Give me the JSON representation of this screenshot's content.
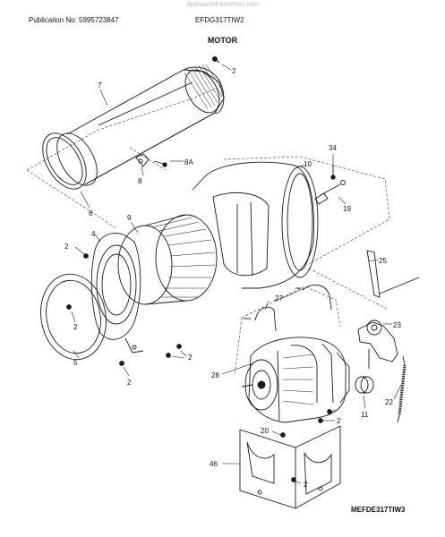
{
  "watermark": "AppliancePartsPros.com",
  "header": {
    "publication": "Publication No: 5995723847",
    "model": "EFDG317TIW2",
    "section_title": "MOTOR"
  },
  "callouts": {
    "c2_top": "2",
    "c7": "7",
    "c8a": "8A",
    "c8": "8",
    "c6": "6",
    "c34": "34",
    "c10": "10",
    "c19": "19",
    "c9": "9",
    "c4": "4",
    "c2_left": "2",
    "c25": "25",
    "c27": "27",
    "c23": "23",
    "c2_gasket": "2",
    "c5": "5",
    "c2_bracket_r": "2",
    "c2_bracket_b": "2",
    "c28": "28",
    "c22": "22",
    "c11": "11",
    "c2_motor": "2",
    "c20": "20",
    "c46": "46",
    "c2_base": "2"
  },
  "footer": {
    "diagram_code": "MEFDE317TIW3"
  }
}
